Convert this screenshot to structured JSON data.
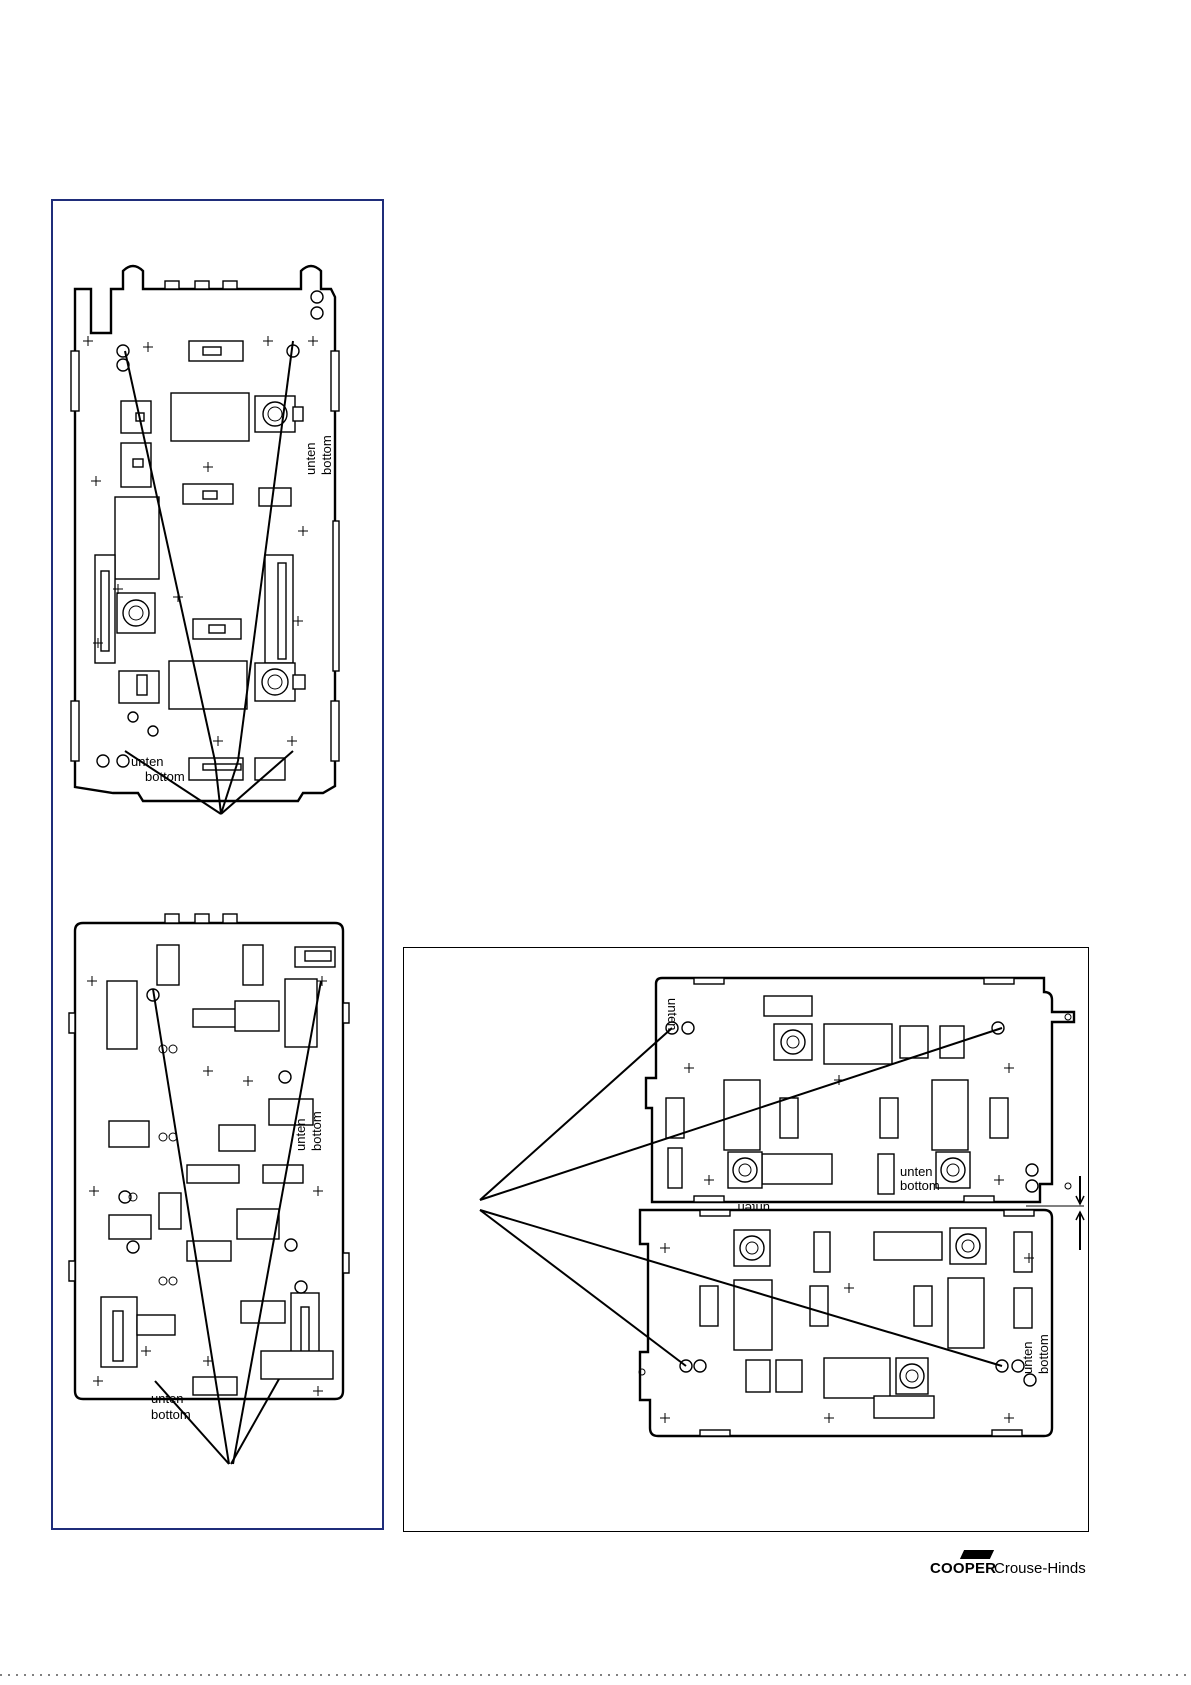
{
  "labels": {
    "unten": "unten",
    "bottom": "bottom"
  },
  "logo": {
    "brand": "COOPER",
    "sub": "Crouse-Hinds"
  },
  "colors": {
    "panel_border": "#1f2d7a",
    "line": "#000000"
  }
}
